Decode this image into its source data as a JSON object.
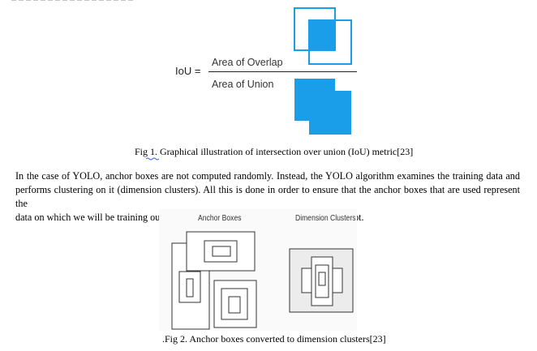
{
  "figure1": {
    "formula_lhs": "IoU =",
    "numerator": "Area of Overlap",
    "denominator": "Area of Union",
    "caption": "Fig 1. Graphical illustration of intersection over union (IoU) metric[23]",
    "fill_color": "#1A9EE9"
  },
  "paragraph": {
    "line1": "In the case of YOLO, anchor boxes are not computed randomly. Instead, the YOLO algorithm examines the training data and",
    "line2": "performs clustering on it (dimension clusters). All this is done in order to ensure that the anchor boxes that are used represent the",
    "line3": "data on which we will be training our model. This helps in enhancing the accuracy a lot."
  },
  "figure2": {
    "left_label": "Anchor Boxes",
    "right_label": "Dimension Clusters",
    "caption": ".Fig 2. Anchor boxes converted to dimension clusters[23]"
  }
}
